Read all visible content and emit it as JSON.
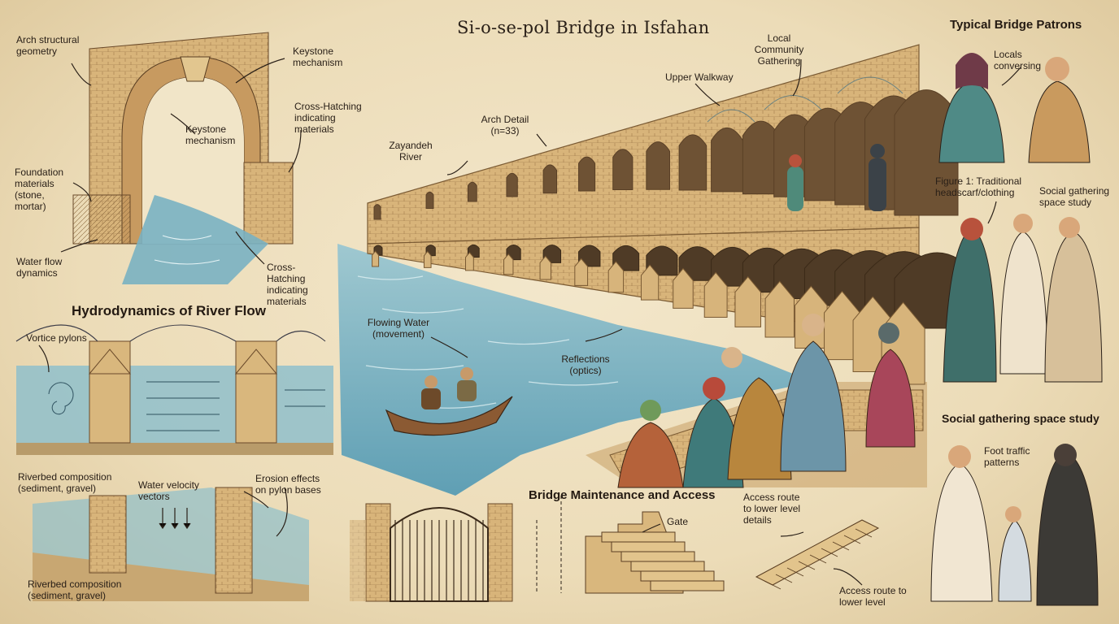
{
  "title": "Si-o-se-pol Bridge in Isfahan",
  "sections": {
    "hydro": "Hydrodynamics of River Flow",
    "maintenance": "Bridge Maintenance and Access",
    "patrons": "Typical Bridge Patrons",
    "social": "Social gathering space study"
  },
  "labels": {
    "arch_geometry": "Arch structural geometry",
    "keystone_top": "Keystone mechanism",
    "keystone_mid": "Keystone mechanism",
    "crosshatch_top": "Cross-Hatching indicating materials",
    "foundation": "Foundation materials (stone, mortar)",
    "water_flow": "Water flow dynamics",
    "crosshatch_bottom": "Cross-Hatching indicating materials",
    "vortice": "Vortice pylons",
    "riverbed_1": "Riverbed composition (sediment, gravel)",
    "velocity": "Water velocity vectors",
    "erosion": "Erosion effects on pylon bases",
    "riverbed_2": "Riverbed composition (sediment, gravel)",
    "zayandeh": "Zayandeh River",
    "arch_detail": "Arch Detail (n=33)",
    "upper_walkway": "Upper Walkway",
    "community": "Local Community Gathering",
    "flowing_water": "Flowing Water (movement)",
    "reflections": "Reflections (optics)",
    "gate": "Gate",
    "access_details": "Access route to lower level details",
    "access_route": "Access route to lower level",
    "locals": "Locals conversing",
    "figure1": "Figure 1: Traditional headscarf/clothing",
    "social_small": "Social gathering space study",
    "foot_traffic": "Foot traffic patterns"
  },
  "colors": {
    "paper": "#efe2c4",
    "stone": "#d9b77d",
    "stone_dark": "#a9824c",
    "water": "#7fb3c2",
    "ink": "#2a2018"
  }
}
